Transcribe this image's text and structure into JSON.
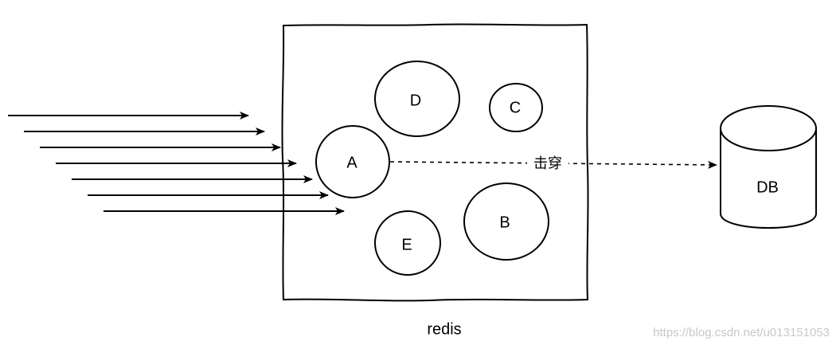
{
  "container": {
    "label": "redis"
  },
  "nodes": {
    "a": "A",
    "b": "B",
    "c": "C",
    "d": "D",
    "e": "E"
  },
  "database": {
    "label": "DB"
  },
  "edge": {
    "label": "击穿"
  },
  "incoming_requests": {
    "count": 7
  },
  "watermark": "https://blog.csdn.net/u013151053"
}
